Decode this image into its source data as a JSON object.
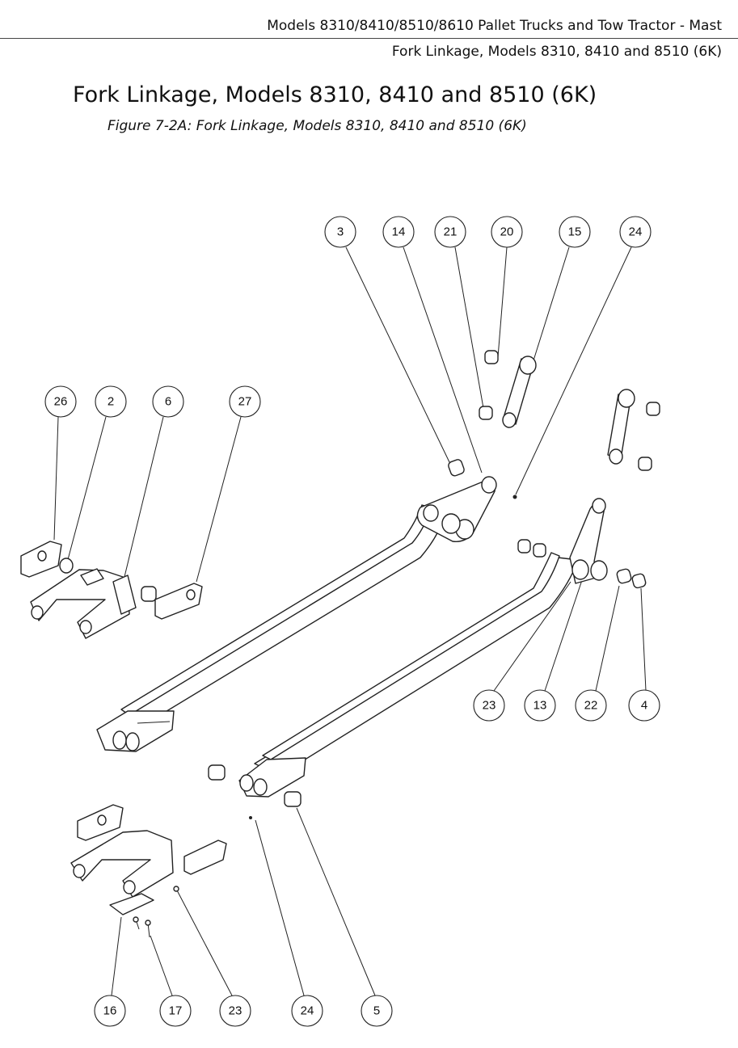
{
  "header": {
    "line1": "Models 8310/8410/8510/8610 Pallet Trucks and Tow Tractor - Mast",
    "line2": "Fork Linkage, Models 8310, 8410 and 8510 (6K)"
  },
  "title": "Fork Linkage, Models 8310, 8410 and 8510 (6K)",
  "caption": "Figure 7-2A: Fork Linkage, Models 8310, 8410 and 8510 (6K)",
  "callouts": {
    "c3": "3",
    "c14": "14",
    "c21": "21",
    "c20": "20",
    "c15": "15",
    "c24a": "24",
    "c26": "26",
    "c2": "2",
    "c6": "6",
    "c27": "27",
    "c23a": "23",
    "c13": "13",
    "c22": "22",
    "c4": "4",
    "c16": "16",
    "c17": "17",
    "c23b": "23",
    "c24b": "24",
    "c5": "5"
  }
}
